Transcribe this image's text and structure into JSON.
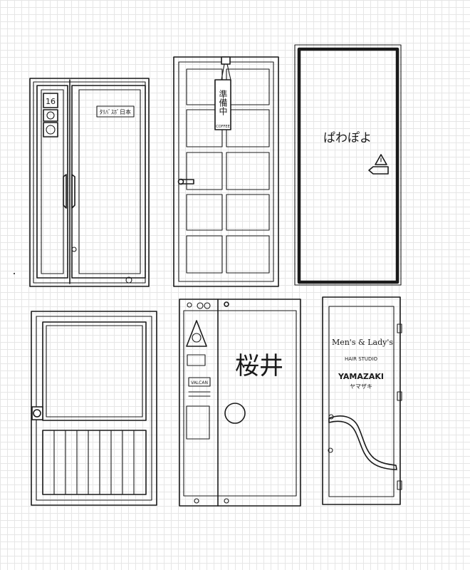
{
  "doors": [
    {
      "name": "double-glass-door",
      "sign": "ﾀﾘﾊﾞｽﾎﾞ日本",
      "sticker_number": "16"
    },
    {
      "name": "paneled-glass-door",
      "hanging_sign": "準備中",
      "hanging_sign_sub": "COFFEE"
    },
    {
      "name": "black-frame-door",
      "sign": "ぱわぽよ"
    },
    {
      "name": "window-slat-door"
    },
    {
      "name": "sakurai-door",
      "sign": "桜井",
      "sticker_label": "VALCAN"
    },
    {
      "name": "hair-studio-door",
      "line1": "Men's & Lady's",
      "line2": "HAIR STUDIO",
      "line3": "YAMAZAKI",
      "line4": "ヤマザキ"
    }
  ]
}
